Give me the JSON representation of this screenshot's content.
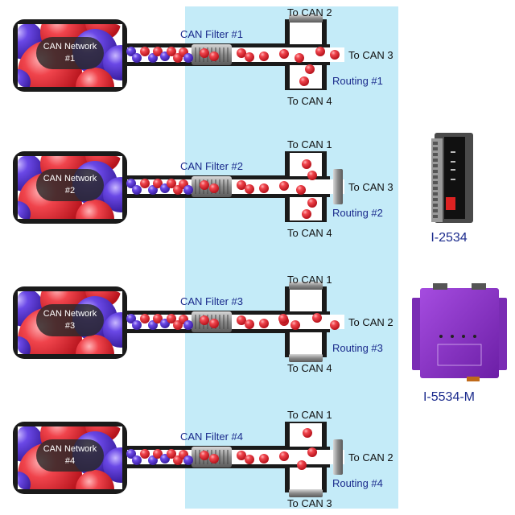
{
  "title": "CAN filter and routing diagram",
  "colors": {
    "panel": "#c4ebf8",
    "red_ball": "#e8313a",
    "blue_ball": "#5d3fd6",
    "pipe": "#1a1a1a",
    "label_blue": "#1a2a8c",
    "device_purple": "#8a2fc4"
  },
  "rows": [
    {
      "network": {
        "line1": "CAN Network",
        "line2": "#1"
      },
      "filter": "CAN Filter #1",
      "routing": "Routing #1",
      "top": "To CAN 2",
      "right": "To CAN 3",
      "bottom": "To CAN 4",
      "cap": "top"
    },
    {
      "network": {
        "line1": "CAN Network",
        "line2": "#2"
      },
      "filter": "CAN Filter #2",
      "routing": "Routing #2",
      "top": "To CAN 1",
      "right": "To CAN 3",
      "bottom": "To CAN 4",
      "cap": "right"
    },
    {
      "network": {
        "line1": "CAN Network",
        "line2": "#3"
      },
      "filter": "CAN Filter #3",
      "routing": "Routing #3",
      "top": "To CAN 1",
      "right": "To CAN 2",
      "bottom": "To CAN 4",
      "cap": "top-bottom"
    },
    {
      "network": {
        "line1": "CAN Network",
        "line2": "#4"
      },
      "filter": "CAN Filter #4",
      "routing": "Routing #4",
      "top": "To CAN 1",
      "right": "To CAN 2",
      "bottom": "To CAN 3",
      "cap": "right-bottom"
    }
  ],
  "devices": [
    {
      "name": "I-2534"
    },
    {
      "name": "I-5534-M"
    }
  ]
}
